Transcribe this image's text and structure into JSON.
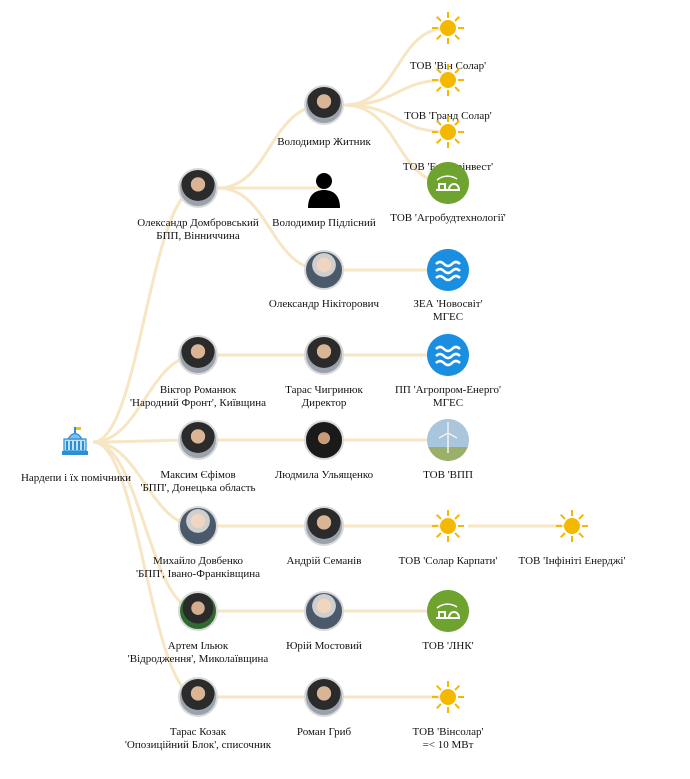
{
  "root": {
    "label": "Нардепи і їх помічники",
    "icon": "parliament-icon"
  },
  "deputies": [
    {
      "name": "Олександр Домбровський",
      "party": "БПП, Вінниччина"
    },
    {
      "name": "Віктор Романюк",
      "party": "'Народний Фронт', Київщина"
    },
    {
      "name": "Максим Єфімов",
      "party": "'БПП', Донецька область"
    },
    {
      "name": "Михайло Довбенко",
      "party": "'БПП', Івано-Франківщина"
    },
    {
      "name": "Артем Ільюк",
      "party": "'Відродження', Миколаївщина"
    },
    {
      "name": "Тарас Козак",
      "party": "'Опозиційний Блок', списочник"
    }
  ],
  "assistants": [
    {
      "name": "Володимир Житник",
      "role": ""
    },
    {
      "name": "Володимир Підлісний",
      "role": ""
    },
    {
      "name": "Олександр Нікіторович",
      "role": ""
    },
    {
      "name": "Тарас Чигринюк",
      "role": "Директор"
    },
    {
      "name": "Людмила Ульященко",
      "role": ""
    },
    {
      "name": "Андрій Семанів",
      "role": ""
    },
    {
      "name": "Юрій Мостовий",
      "role": ""
    },
    {
      "name": "Роман Гриб",
      "role": ""
    }
  ],
  "companies": [
    {
      "name": "ТОВ 'Він Солар'",
      "sub": "",
      "icon": "sun-icon"
    },
    {
      "name": "ТОВ 'Гранд Солар'",
      "sub": "",
      "icon": "sun-icon"
    },
    {
      "name": "ТОВ 'Енергоінвест'",
      "sub": "",
      "icon": "sun-icon"
    },
    {
      "name": "ТОВ 'Агробудтехнології'",
      "sub": "",
      "icon": "biogas-icon"
    },
    {
      "name": "ЗЕА 'Новосвіт'",
      "sub": "МГЕС",
      "icon": "water-icon"
    },
    {
      "name": "ПП 'Агропром-Енерго'",
      "sub": "МГЕС",
      "icon": "water-icon"
    },
    {
      "name": "ТОВ 'ВПП",
      "sub": "",
      "icon": "wind-turbine-icon"
    },
    {
      "name": "ТОВ 'Солар Карпати'",
      "sub": "",
      "icon": "sun-icon"
    },
    {
      "name": "ТОВ 'Інфініті Енерджі'",
      "sub": "",
      "icon": "sun-icon"
    },
    {
      "name": "ТОВ 'ЛНК'",
      "sub": "",
      "icon": "biogas-icon"
    },
    {
      "name": "ТОВ 'Вінсолар'",
      "sub": "=< 10 МВт",
      "icon": "sun-icon"
    }
  ],
  "colors": {
    "link": "#f7e6c4",
    "sun": "#f5b800",
    "water": "#1a8ee0",
    "agro": "#6fa330"
  }
}
